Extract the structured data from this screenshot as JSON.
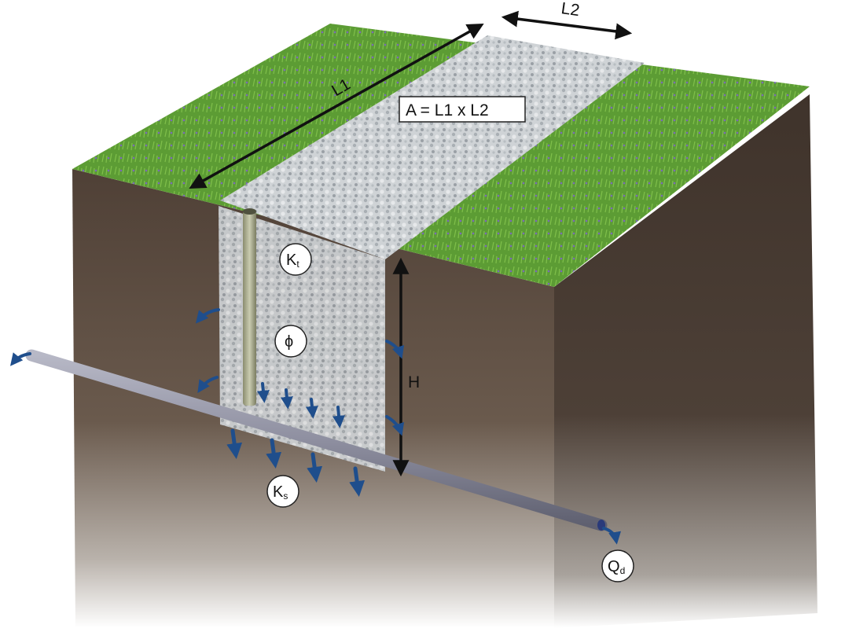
{
  "labels": {
    "l1": "L1",
    "l2": "L2",
    "area": "A = L1 x L2",
    "height": "H",
    "kt_main": "K",
    "kt_sub": "t",
    "phi": "ϕ",
    "ks_main": "K",
    "ks_sub": "s",
    "qd_main": "Q",
    "qd_sub": "d"
  },
  "colors": {
    "arrow_blue": "#1f4e8c",
    "grass": "#5a9a32",
    "gravel": "#c9cdd0",
    "soil_front": "#5a4a3e",
    "soil_side": "#4a3b32",
    "pipe": "#8e8fa0"
  }
}
